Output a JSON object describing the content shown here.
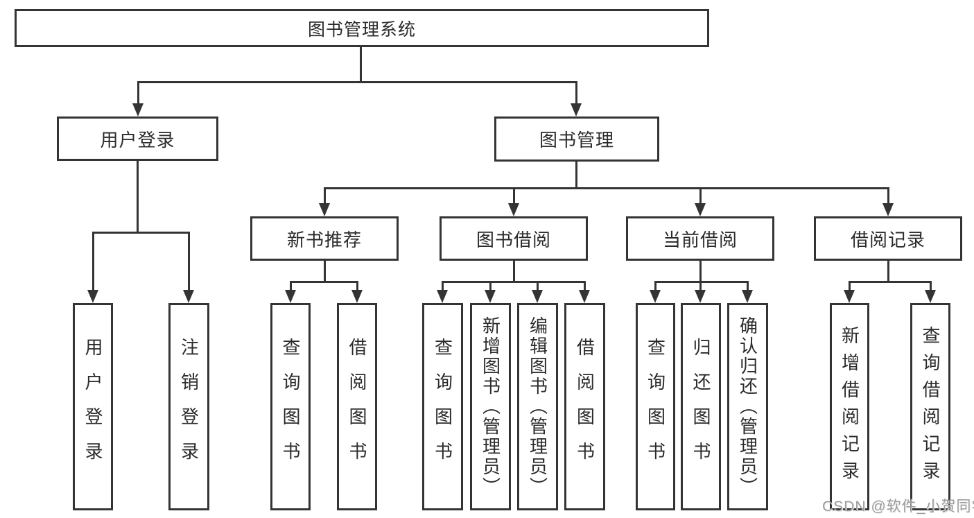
{
  "diagram": {
    "root": "图书管理系统",
    "level1": [
      "用户登录",
      "图书管理"
    ],
    "level2": [
      "新书推荐",
      "图书借阅",
      "当前借阅",
      "借阅记录"
    ],
    "leaves": [
      "用户登录",
      "注销登录",
      "查询图书",
      "借阅图书",
      "查询图书",
      "新增图书（管理员）",
      "编辑图书（管理员）",
      "借阅图书",
      "查询图书",
      "归还图书",
      "确认归还（管理员）",
      "新增借阅记录",
      "查询借阅记录"
    ],
    "tree": {
      "图书管理系统": {
        "用户登录": [
          "用户登录",
          "注销登录"
        ],
        "图书管理": {
          "新书推荐": [
            "查询图书",
            "借阅图书"
          ],
          "图书借阅": [
            "查询图书",
            "新增图书（管理员）",
            "编辑图书（管理员）",
            "借阅图书"
          ],
          "当前借阅": [
            "查询图书",
            "归还图书",
            "确认归还（管理员）"
          ],
          "借阅记录": [
            "新增借阅记录",
            "查询借阅记录"
          ]
        }
      }
    }
  },
  "watermark": "CSDN @软件_小贺同学",
  "colors": {
    "line": "#343434",
    "box_border": "#343434",
    "box_bg": "#ffffff",
    "text": "#2b2b2b",
    "watermark": "#9c9c9c"
  }
}
